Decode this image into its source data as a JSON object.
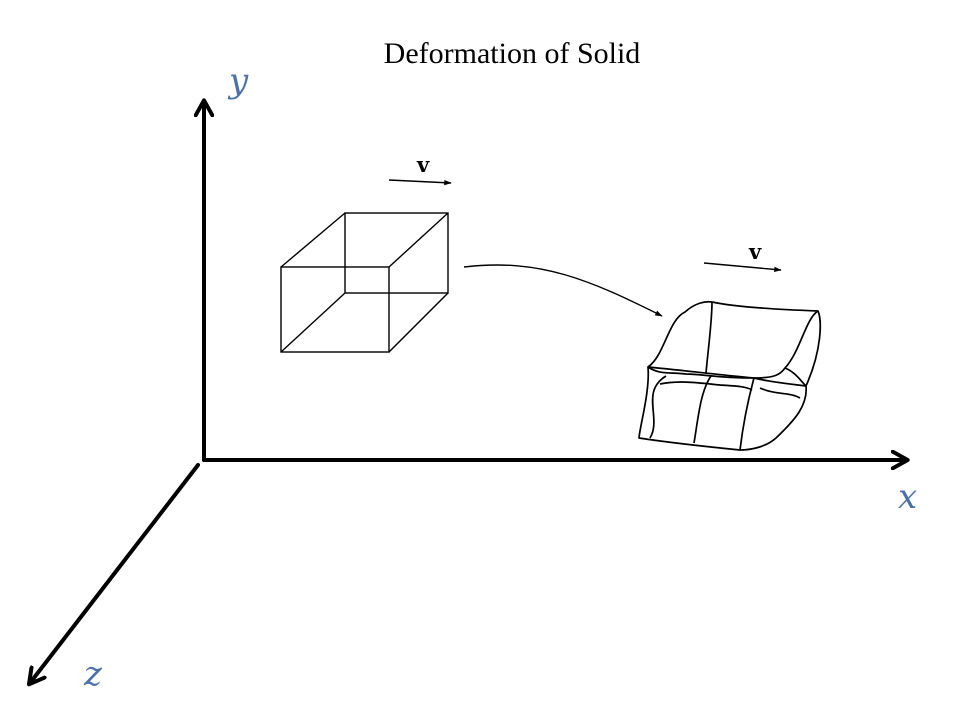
{
  "title": "Deformation of Solid",
  "axes": {
    "y_label": "y",
    "x_label": "x",
    "z_label": "z",
    "label_color": "#4a72a8",
    "line_color": "#000000"
  },
  "velocity_label": "v",
  "icons": {
    "motion_arrow": "curved-arrow-icon",
    "velocity_arrow": "arrow-right-icon"
  }
}
